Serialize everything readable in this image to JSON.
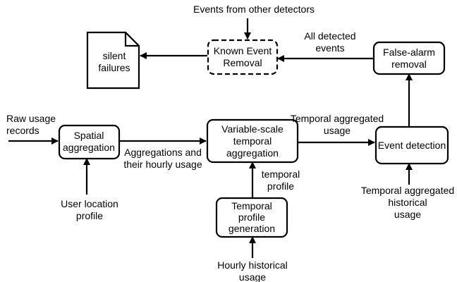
{
  "nodes": {
    "doc_silent_failures": [
      "silent",
      "failures"
    ],
    "known_event_removal": [
      "Known Event",
      "Removal"
    ],
    "false_alarm_removal": [
      "False-alarm",
      "removal"
    ],
    "spatial_aggregation": [
      "Spatial",
      "aggregation"
    ],
    "variable_scale_temporal_aggregation": [
      "Variable-scale",
      "temporal",
      "aggregation"
    ],
    "event_detection": [
      "Event detection"
    ],
    "temporal_profile_generation": [
      "Temporal",
      "profile",
      "generation"
    ]
  },
  "labels": {
    "events_other_detectors": [
      "Events from other detectors"
    ],
    "all_detected_events": [
      "All detected",
      "events"
    ],
    "raw_usage_records": [
      "Raw usage",
      "records"
    ],
    "user_location_profile": [
      "User location",
      "profile"
    ],
    "aggregations_hourly_usage": [
      "Aggregations and",
      "their hourly usage"
    ],
    "temporal_aggregated_usage": [
      "Temporal aggregated",
      "usage"
    ],
    "temporal_profile": [
      "temporal",
      "profile"
    ],
    "temporal_aggregated_historical_usage": [
      "Temporal aggregated",
      "historical",
      "usage"
    ],
    "hourly_historical_usage": [
      "Hourly historical",
      "usage"
    ]
  }
}
